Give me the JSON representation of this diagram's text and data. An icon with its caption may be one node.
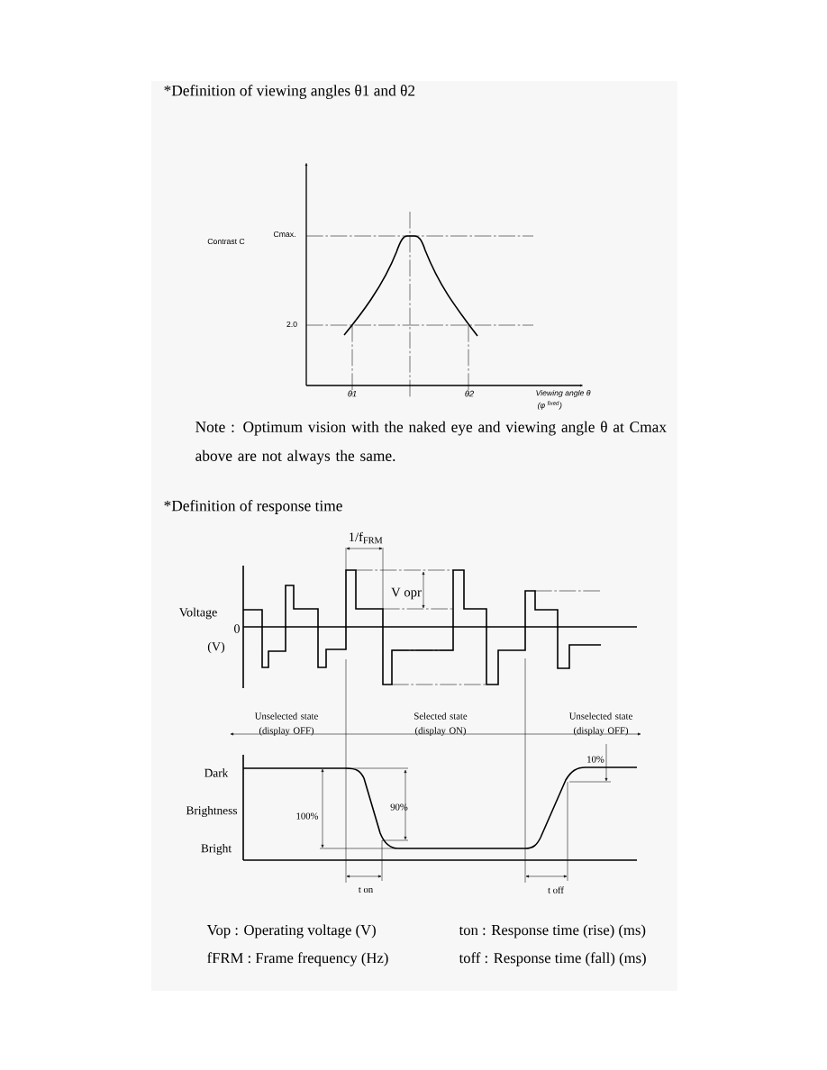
{
  "diagram": {
    "labels": [
      "*Definition of viewing angles θ1 and θ2",
      "Contrast C",
      "Cmax.",
      "2.0",
      "θ1",
      "θ2",
      "Viewing angle θ",
      "(φ $^{fixed}$)",
      "Note : Optimum vision with the naked eye and viewing angle θ at Cmax above are not always the same.",
      "*Definition of response time",
      "1/f$_{FRM}$",
      "V opr",
      "Voltage",
      "0",
      "(V)",
      "Unselected state (display OFF)",
      "Selected state (display ON)",
      "Unselected state (display OFF)",
      "Dark",
      "Brightness",
      "Bright",
      "100%",
      "90%",
      "10%",
      "t on",
      "t off",
      "Vop : Operating voltage (V)",
      "ton : Response time (rise) (ms)",
      "fFRM : Frame frequency (Hz)",
      "toff : Response time (fall) (ms)"
    ]
  }
}
